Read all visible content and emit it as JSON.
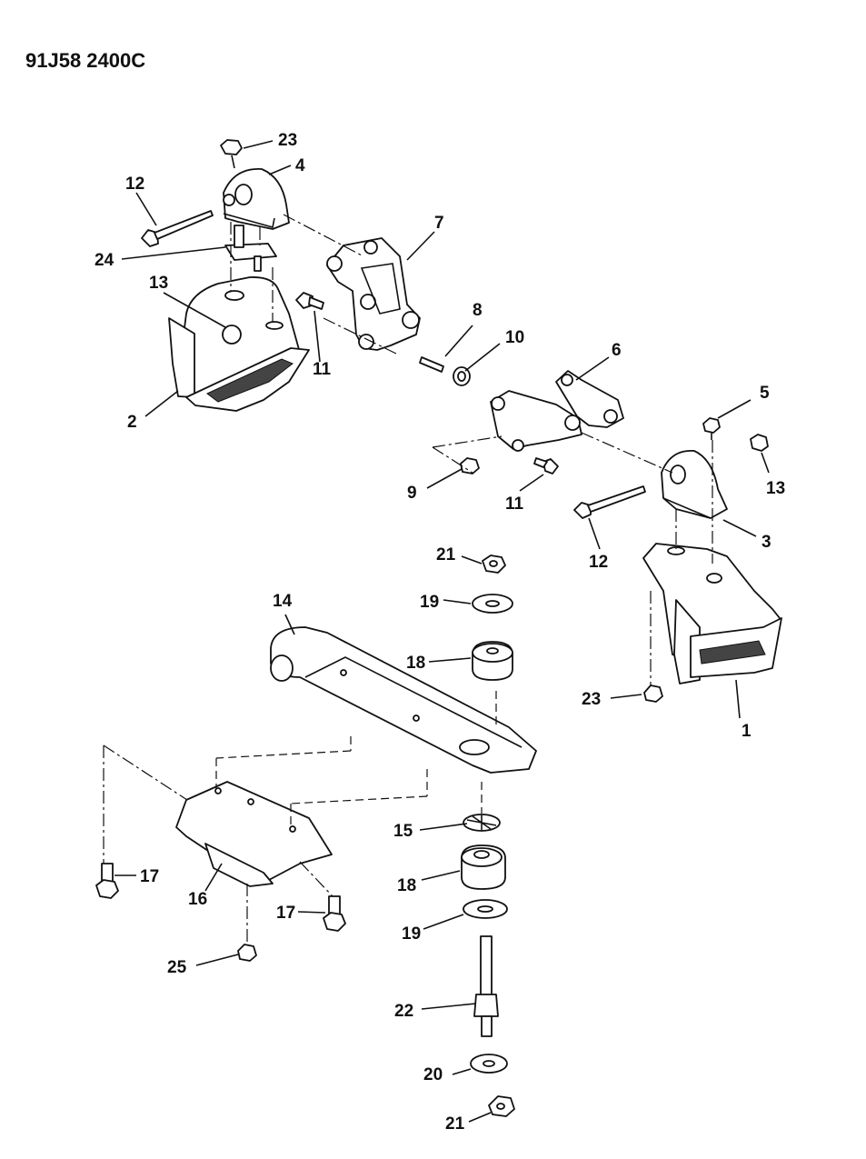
{
  "diagram": {
    "code": "91J58 2400C",
    "labels": [
      "1",
      "2",
      "3",
      "4",
      "5",
      "6",
      "7",
      "8",
      "9",
      "10",
      "11",
      "11",
      "12",
      "12",
      "13",
      "13",
      "14",
      "15",
      "16",
      "17",
      "17",
      "18",
      "18",
      "19",
      "19",
      "20",
      "21",
      "21",
      "22",
      "23",
      "23",
      "24",
      "25"
    ]
  }
}
